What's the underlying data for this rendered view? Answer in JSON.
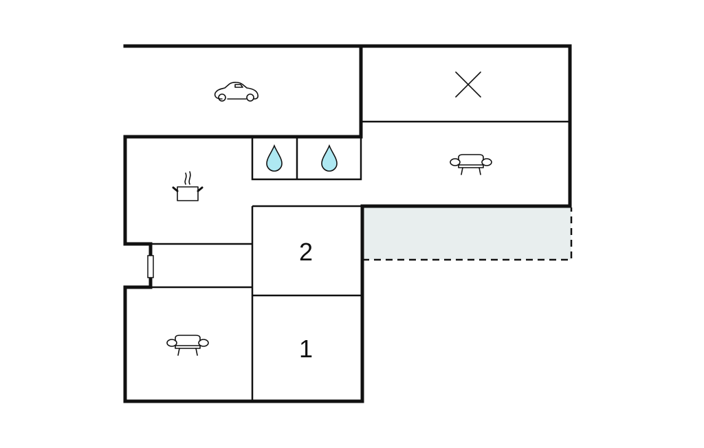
{
  "floorplan": {
    "rooms": [
      {
        "name": "garage",
        "icon": "car-icon"
      },
      {
        "name": "unused-area",
        "icon": "cross-icon"
      },
      {
        "name": "living-room-upper",
        "icon": "sofa-icon"
      },
      {
        "name": "kitchen",
        "icon": "cooking-pot-icon"
      },
      {
        "name": "bathroom-1",
        "icon": "water-drop-icon"
      },
      {
        "name": "bathroom-2",
        "icon": "water-drop-icon"
      },
      {
        "name": "bedroom-2",
        "label": "2"
      },
      {
        "name": "bedroom-1",
        "label": "1"
      },
      {
        "name": "living-room-lower",
        "icon": "sofa-icon"
      },
      {
        "name": "terrace",
        "icon": "none"
      }
    ],
    "colors": {
      "wall": "#111111",
      "terrace": "#e8eeee",
      "water": "#aee8f2"
    }
  }
}
